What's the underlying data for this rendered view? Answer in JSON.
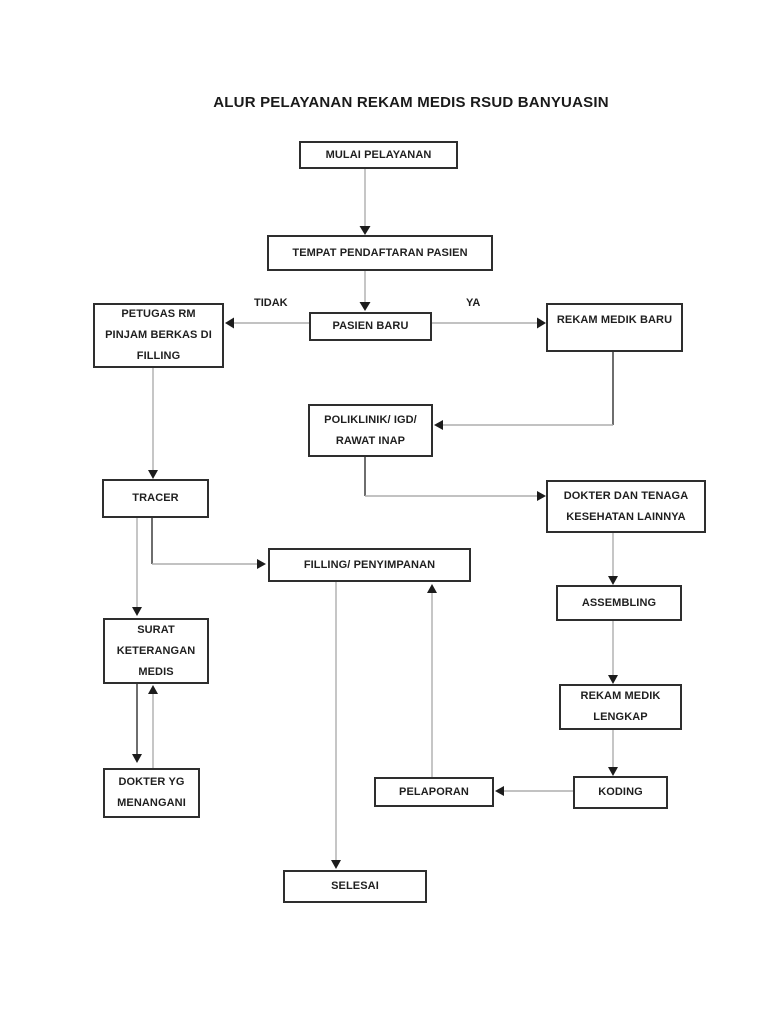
{
  "page": {
    "title": "ALUR PELAYANAN REKAM MEDIS RSUD BANYUASIN",
    "background_color": "#ffffff"
  },
  "colors": {
    "box_border": "#2e2e2e",
    "text": "#1f1f1f",
    "connector_line": "#aeaeae",
    "connector_line_dark": "#4a4a4a",
    "arrowhead": "#1c1c1c"
  },
  "nodes": {
    "mulai": {
      "label": "MULAI PELAYANAN"
    },
    "tempat": {
      "label": "TEMPAT PENDAFTARAN PASIEN"
    },
    "pasien_baru": {
      "label": "PASIEN BARU"
    },
    "petugas": {
      "line1": "PETUGAS RM",
      "line2": "PINJAM BERKAS DI",
      "line3": "FILLING"
    },
    "rekam_medik_baru": {
      "label": "REKAM MEDIK BARU"
    },
    "poliklinik": {
      "line1": "POLIKLINIK/ IGD/",
      "line2": "RAWAT INAP"
    },
    "tracer": {
      "label": "TRACER"
    },
    "dokter_tenaga": {
      "line1": "DOKTER DAN TENAGA",
      "line2": "KESEHATAN LAINNYA"
    },
    "filling": {
      "label": "FILLING/ PENYIMPANAN"
    },
    "surat": {
      "line1": "SURAT",
      "line2": "KETERANGAN",
      "line3": "MEDIS"
    },
    "assembling": {
      "label": "ASSEMBLING"
    },
    "rekam_medik_lengkap": {
      "line1": "REKAM MEDIK",
      "line2": "LENGKAP"
    },
    "dokter_yg": {
      "line1": "DOKTER YG",
      "line2": "MENANGANI"
    },
    "koding": {
      "label": "KODING"
    },
    "pelaporan": {
      "label": "PELAPORAN"
    },
    "selesai": {
      "label": "SELESAI"
    }
  },
  "edge_labels": {
    "tidak": "TIDAK",
    "ya": "YA"
  }
}
